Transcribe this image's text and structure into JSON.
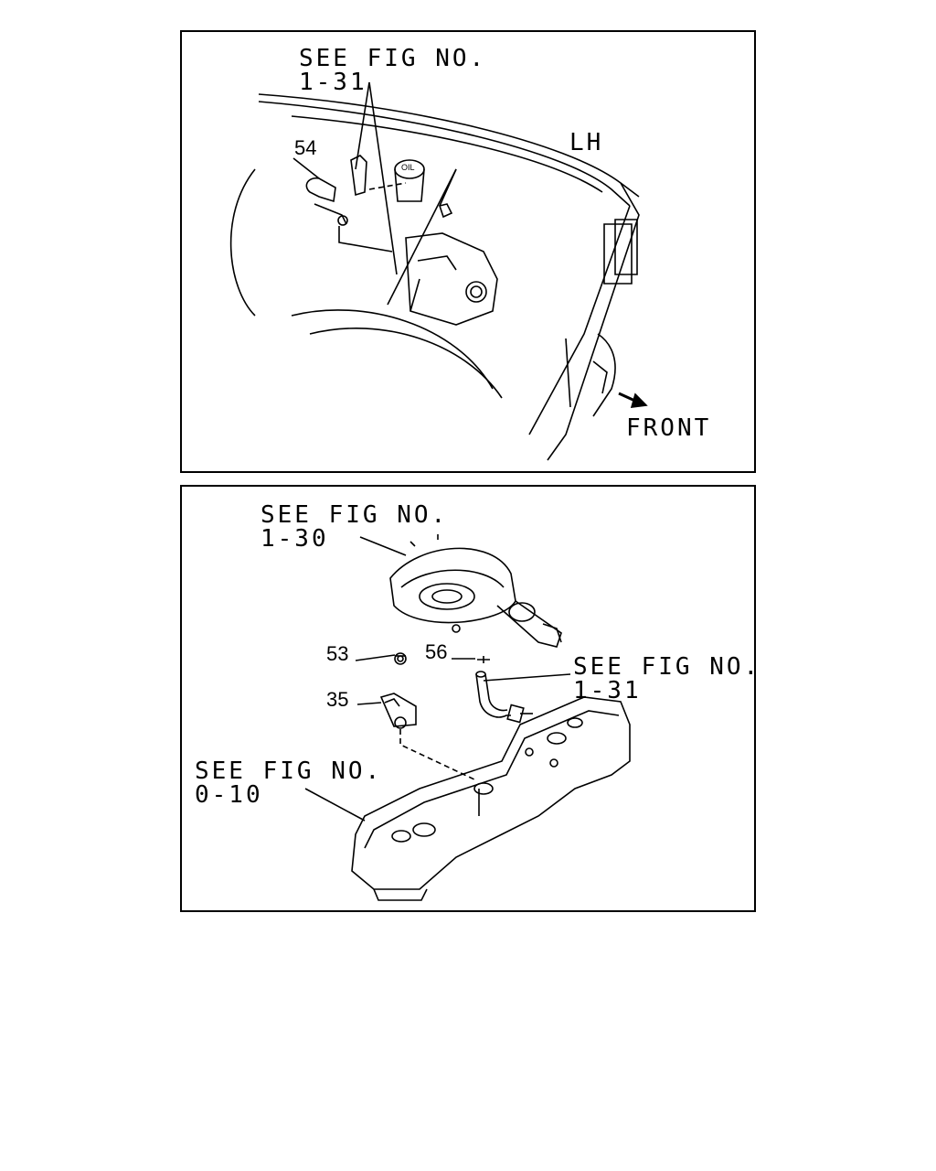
{
  "top_panel": {
    "ref_see": "SEE FIG NO.",
    "ref_fig": "1-31",
    "side_label": "LH",
    "front_label": "FRONT",
    "oil_cap_text": "OIL",
    "part_numbers": [
      "54"
    ]
  },
  "bottom_panel": {
    "ref_a_see": "SEE FIG NO.",
    "ref_a_fig": "1-30",
    "ref_b_see": "SEE FIG NO.",
    "ref_b_fig": "1-31",
    "ref_c_see": "SEE FIG NO.",
    "ref_c_fig": "0-10",
    "part_numbers": [
      "53",
      "56",
      "35"
    ]
  }
}
